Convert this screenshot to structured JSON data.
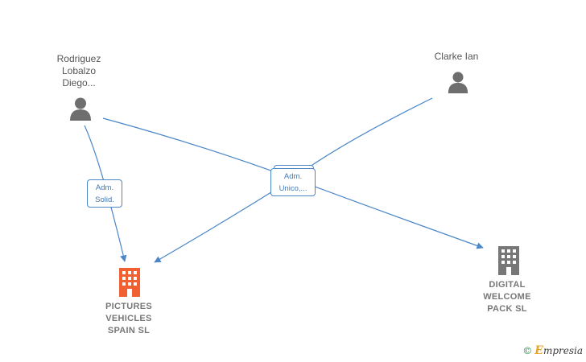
{
  "people": [
    {
      "id": "rodriguez",
      "label": "Rodriguez\nLobalzo\nDiego..."
    },
    {
      "id": "clarke",
      "label": "Clarke Ian"
    }
  ],
  "companies": [
    {
      "id": "pictures",
      "label": "PICTURES\nVEHICLES\nSPAIN  SL",
      "color": "#f06030"
    },
    {
      "id": "digital",
      "label": "DIGITAL\nWELCOME\nPACK  SL",
      "color": "#777777"
    }
  ],
  "edge_labels": [
    {
      "id": "adm-solid",
      "text": "Adm.\nSolid."
    },
    {
      "id": "adm-unico",
      "text": "Adm.\nUnico,..."
    }
  ],
  "edges": [
    {
      "from": "rodriguez",
      "to": "pictures",
      "label": "Adm.\nSolid."
    },
    {
      "from": "rodriguez",
      "to": "digital",
      "label": "Adm.\nUnico,..."
    },
    {
      "from": "clarke",
      "to": "pictures",
      "label": "Adm.\nUnico,..."
    }
  ],
  "colors": {
    "edge": "#4a86c8",
    "person_icon": "#6e6e6e",
    "label_text": "#3f78b8"
  },
  "watermark": {
    "copyright": "©",
    "brand_initial": "E",
    "brand_rest": "mpresia"
  }
}
